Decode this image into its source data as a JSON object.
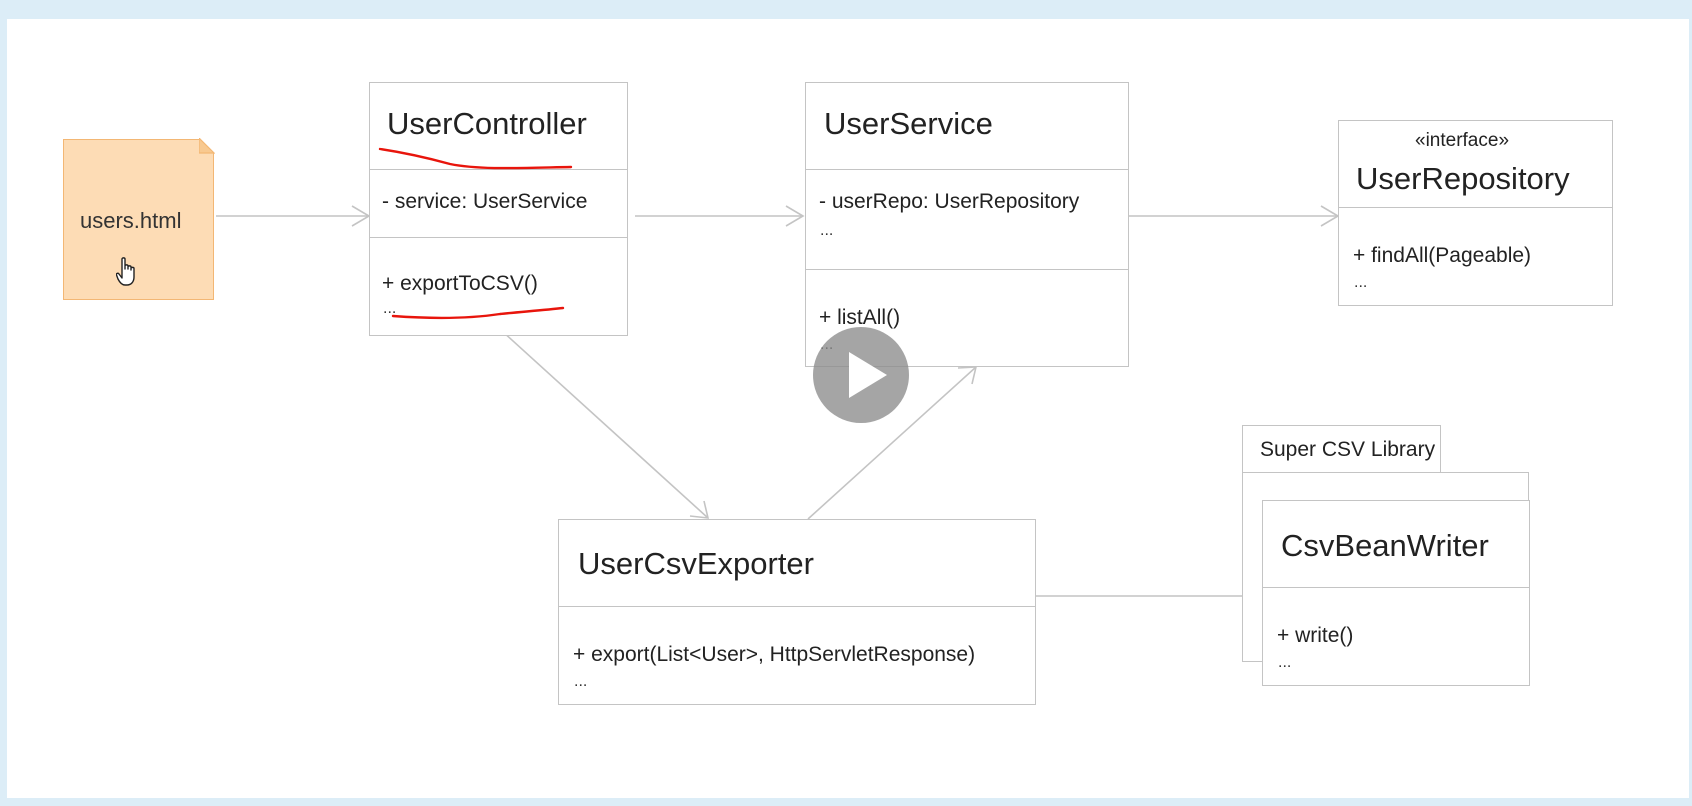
{
  "file": {
    "label": "users.html"
  },
  "user_controller": {
    "title": "UserController",
    "attribute": "- service: UserService",
    "operation": "+ exportToCSV()",
    "more": "..."
  },
  "user_service": {
    "title": "UserService",
    "attribute": "- userRepo: UserRepository",
    "attribute_more": "...",
    "operation": "+ listAll()",
    "more": "..."
  },
  "user_repository": {
    "stereotype": "«interface»",
    "title": "UserRepository",
    "operation": "+ findAll(Pageable)",
    "more": "..."
  },
  "user_csv_exporter": {
    "title": "UserCsvExporter",
    "operation": "+ export(List<User>, HttpServletResponse)",
    "more": "..."
  },
  "super_csv_package": {
    "label": "Super CSV Library",
    "class": {
      "title": "CsvBeanWriter",
      "operation": "+ write()",
      "more": "..."
    }
  },
  "colors": {
    "file_fill": "#fddcb5",
    "file_border": "#f3b774",
    "box_border": "#c4c4c4",
    "annotation": "#e8150c",
    "background": "#dcedf7"
  },
  "icons": [
    "hand-cursor-icon",
    "play-icon"
  ]
}
